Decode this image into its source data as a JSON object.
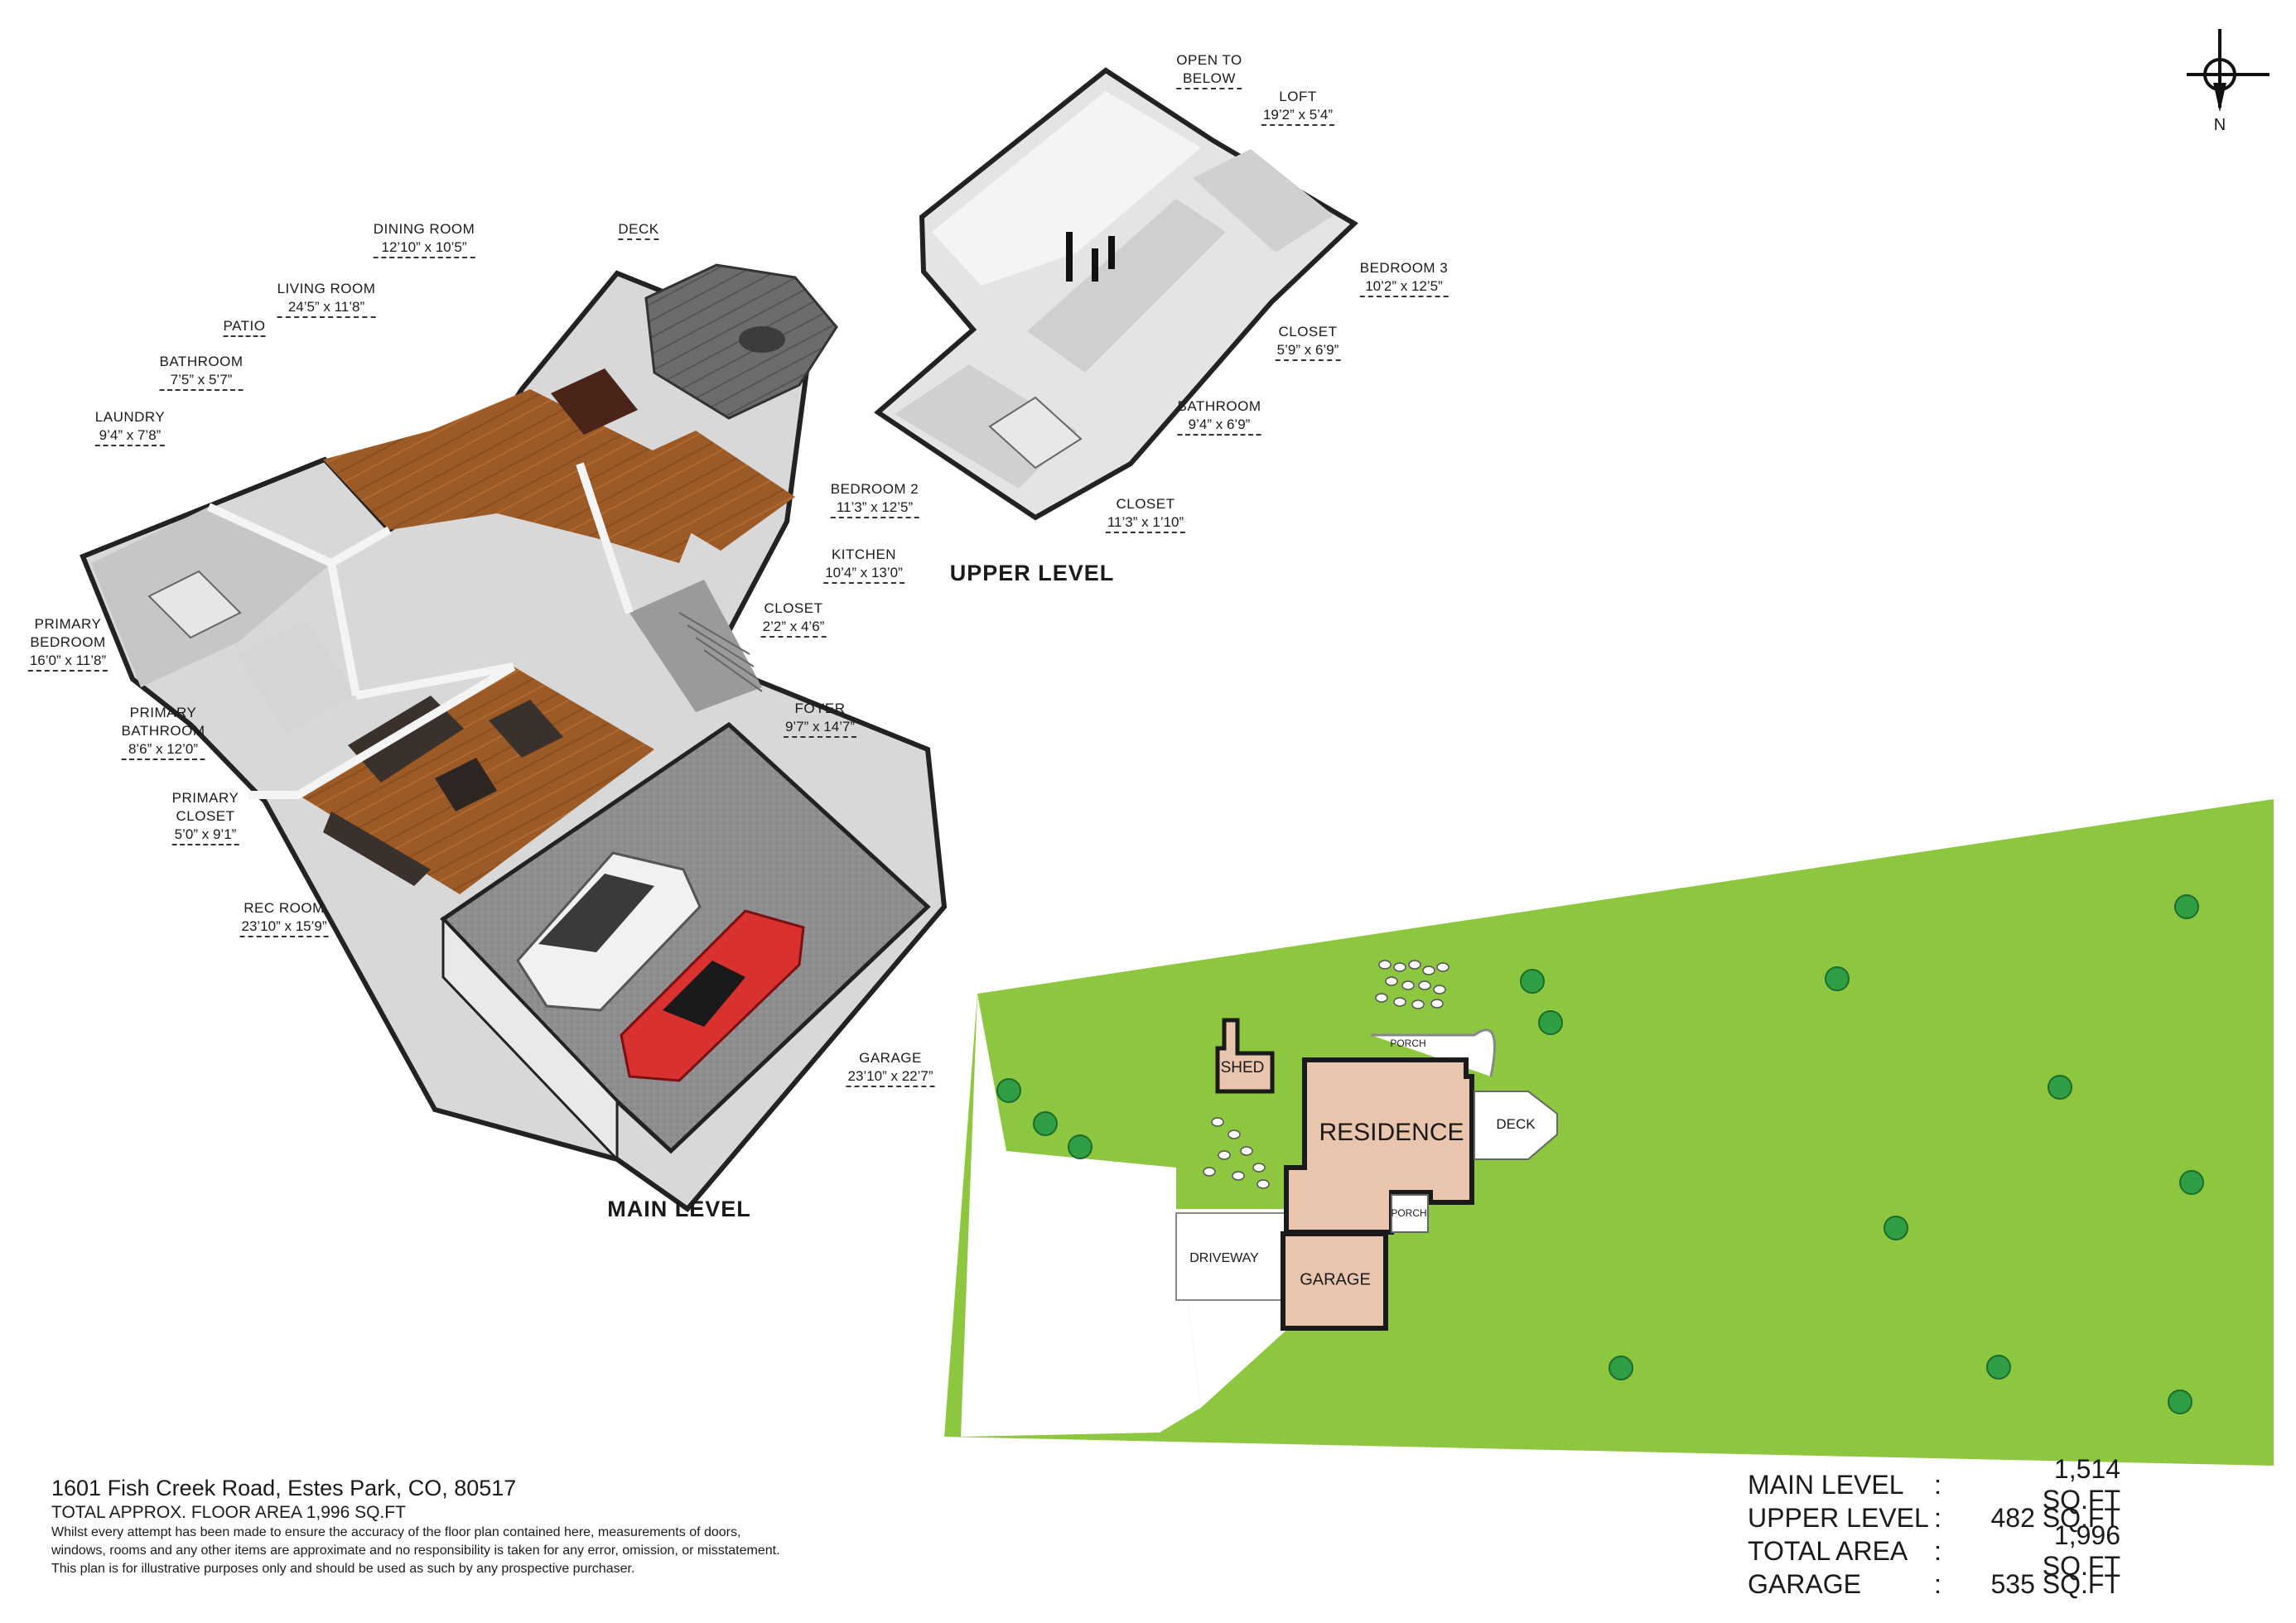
{
  "main_level": {
    "title": "MAIN LEVEL",
    "rooms": [
      {
        "name": "DINING ROOM",
        "dims": "12’10” x 10’5”"
      },
      {
        "name": "DECK",
        "dims": ""
      },
      {
        "name": "LIVING ROOM",
        "dims": "24’5” x 11’8”"
      },
      {
        "name": "PATIO",
        "dims": ""
      },
      {
        "name": "BATHROOM",
        "dims": "7’5” x 5’7”"
      },
      {
        "name": "LAUNDRY",
        "dims": "9’4” x 7’8”"
      },
      {
        "name": "BEDROOM 2",
        "dims": "11’3” x 12’5”"
      },
      {
        "name": "KITCHEN",
        "dims": "10’4” x 13’0”"
      },
      {
        "name": "CLOSET",
        "dims": "2’2” x 4’6”"
      },
      {
        "name": "PRIMARY",
        "name2": "BEDROOM",
        "dims": "16’0” x 11’8”"
      },
      {
        "name": "FOYER",
        "dims": "9’7” x 14’7”"
      },
      {
        "name": "PRIMARY",
        "name2": "BATHROOM",
        "dims": "8’6” x 12’0”"
      },
      {
        "name": "PRIMARY",
        "name2": "CLOSET",
        "dims": "5’0” x 9’1”"
      },
      {
        "name": "REC ROOM",
        "dims": "23’10” x 15’9”"
      },
      {
        "name": "GARAGE",
        "dims": "23’10” x 22’7”"
      }
    ]
  },
  "upper_level": {
    "title": "UPPER LEVEL",
    "rooms": [
      {
        "name": "OPEN TO",
        "name2": "BELOW",
        "dims": ""
      },
      {
        "name": "LOFT",
        "dims": "19’2” x 5’4”"
      },
      {
        "name": "BEDROOM 3",
        "dims": "10’2” x 12’5”"
      },
      {
        "name": "CLOSET",
        "dims": "5’9” x 6’9”"
      },
      {
        "name": "BATHROOM",
        "dims": "9’4” x 6’9”"
      },
      {
        "name": "CLOSET",
        "dims": "11’3” x 1’10”"
      }
    ]
  },
  "site_plan": {
    "shed": "SHED",
    "residence": "RESIDENCE",
    "deck": "DECK",
    "porch_top": "PORCH",
    "porch_side": "PORCH",
    "driveway": "DRIVEWAY",
    "garage": "GARAGE",
    "colors": {
      "lawn": "#8dc63f",
      "building": "#e8c5ac",
      "outline": "#1a1a1a",
      "tree": "#2f9e44"
    }
  },
  "compass": {
    "north": "N",
    "icon": "compass-icon"
  },
  "footer": {
    "address": "1601 Fish Creek Road, Estes Park, CO, 80517",
    "total_area": "TOTAL APPROX. FLOOR AREA 1,996 SQ.FT",
    "disclaimer": [
      "Whilst every attempt has been made to ensure the accuracy of the floor plan contained here, measurements of doors,",
      "windows, rooms and any other items are approximate and no responsibility is taken for any error, omission, or misstatement.",
      "This plan is for illustrative purposes only and should be used as such by any prospective purchaser."
    ]
  },
  "summary": [
    {
      "label": "MAIN LEVEL",
      "sep": ":",
      "value": "1,514 SQ.FT"
    },
    {
      "label": "UPPER LEVEL",
      "sep": ":",
      "value": "482 SQ.FT"
    },
    {
      "label": "TOTAL AREA",
      "sep": ":",
      "value": "1,996 SQ.FT"
    },
    {
      "label": "GARAGE",
      "sep": ":",
      "value": "535 SQ.FT"
    }
  ]
}
